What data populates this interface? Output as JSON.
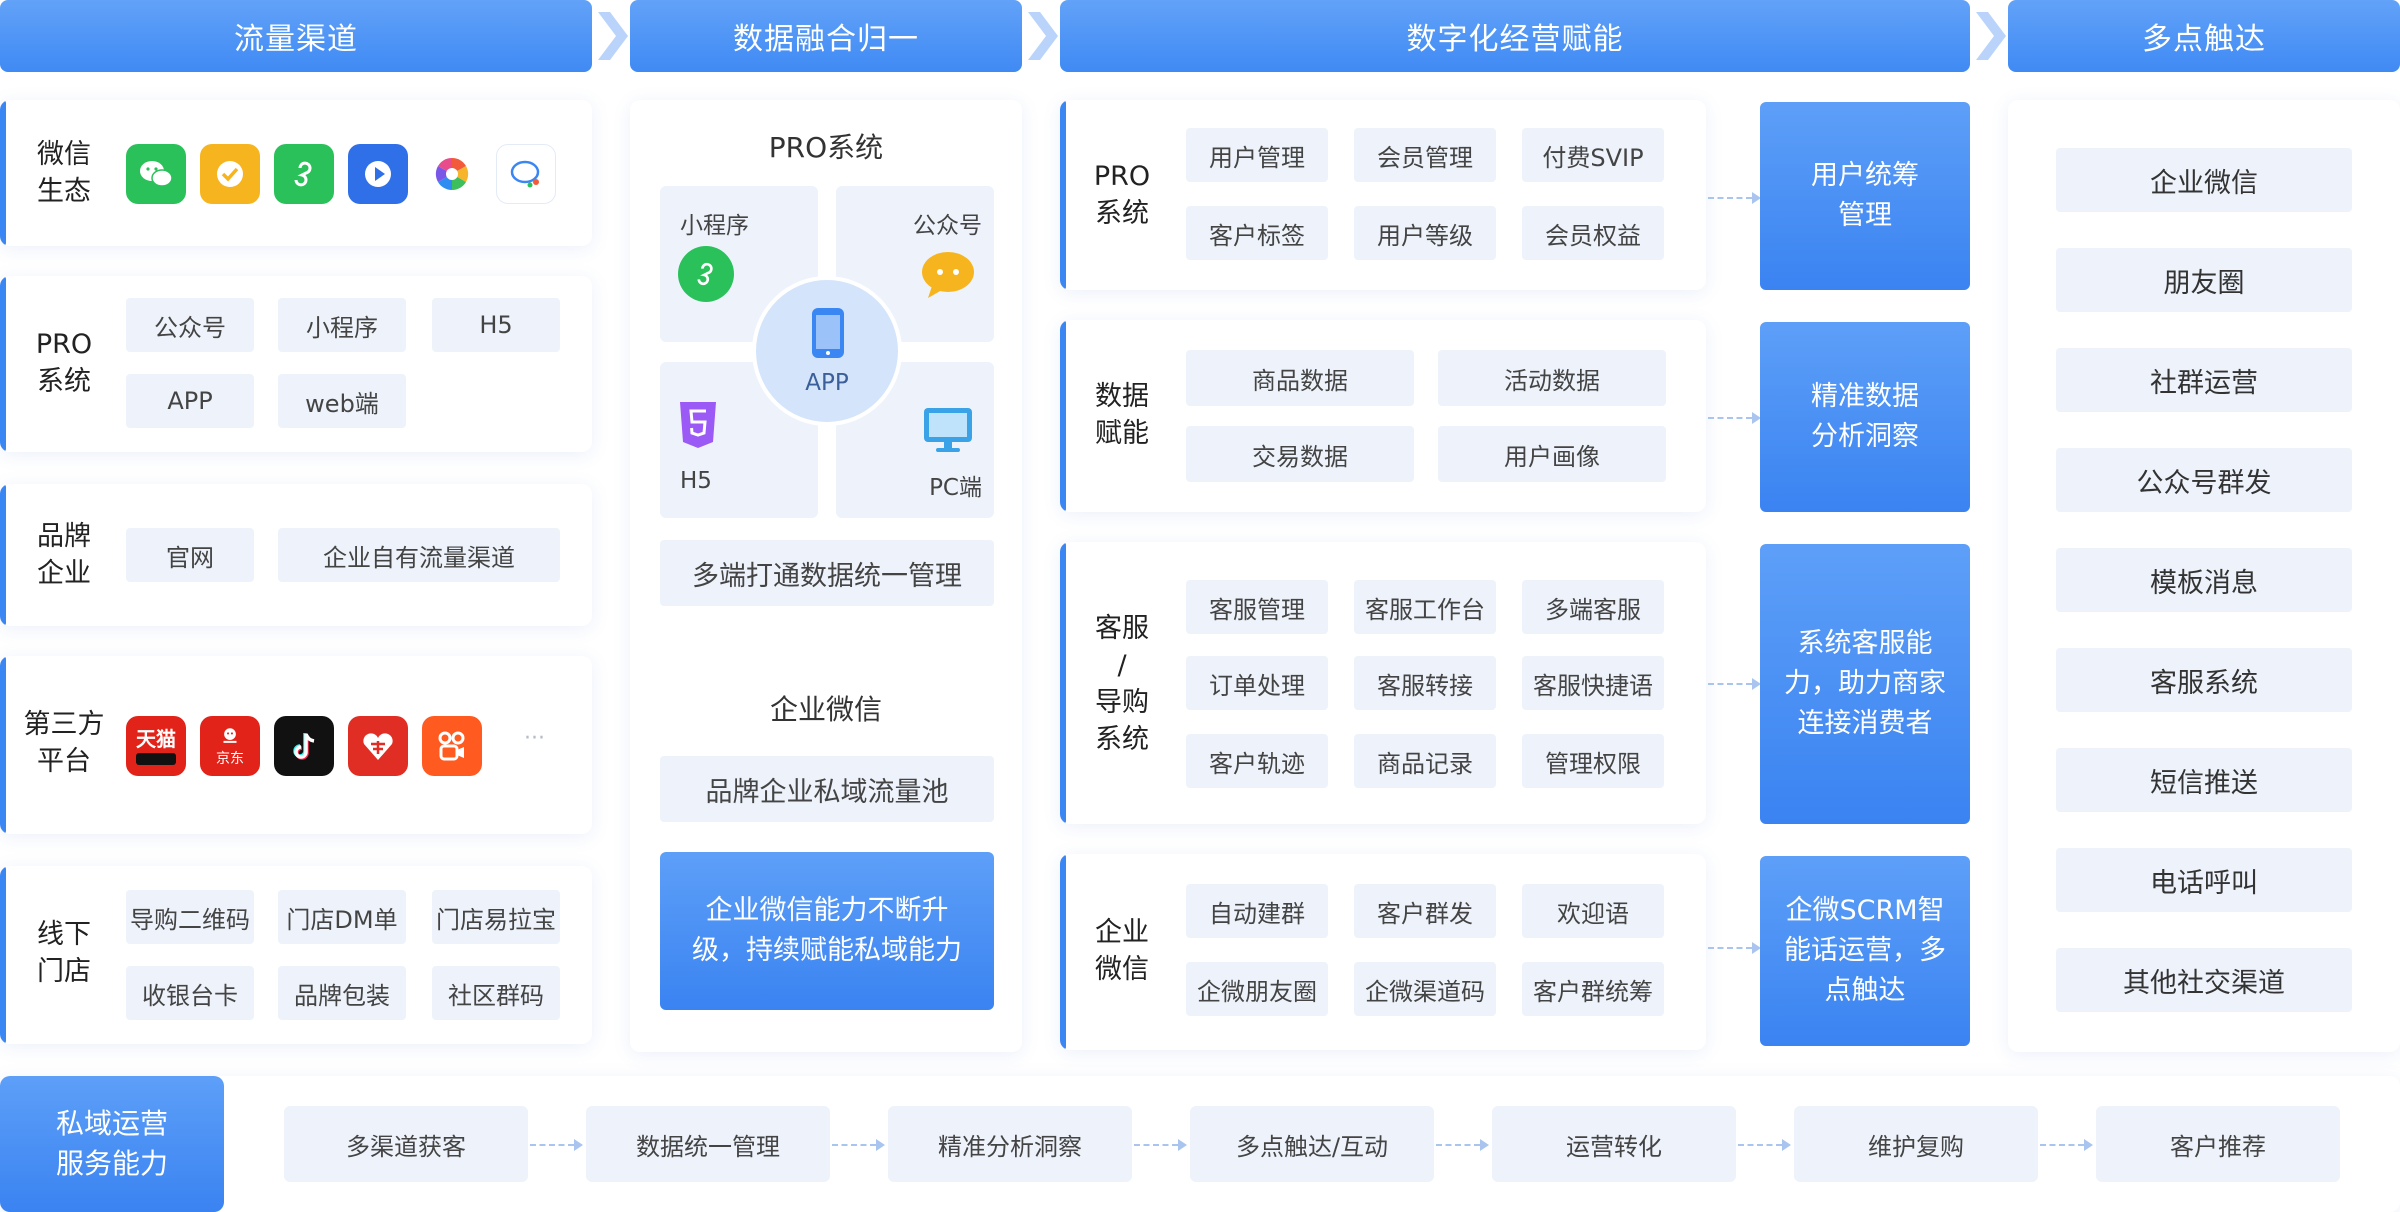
{
  "headers": {
    "h1": "流量渠道",
    "h2": "数据融合归一",
    "h3": "数字化经营赋能",
    "h4": "多点触达"
  },
  "col1": {
    "wechat_label": "微信\n生态",
    "pro_label": "PRO\n系统",
    "pro_chips": [
      "公众号",
      "小程序",
      "H5",
      "APP",
      "web端"
    ],
    "brand_label": "品牌\n企业",
    "brand_chips": [
      "官网",
      "企业自有流量渠道"
    ],
    "third_label": "第三方\n平台",
    "third_icons": {
      "tmall": "天猫",
      "jd": "京东",
      "more": "···"
    },
    "offline_label": "线下\n门店",
    "offline_chips": [
      "导购二维码",
      "门店DM单",
      "门店易拉宝",
      "收银台卡",
      "品牌包装",
      "社区群码"
    ]
  },
  "col2": {
    "pro_title": "PRO系统",
    "quads": {
      "mini": "小程序",
      "gzh": "公众号",
      "h5": "H5",
      "pc": "PC端",
      "app": "APP"
    },
    "pro_bottom": "多端打通数据统一管理",
    "wecom_title": "企业微信",
    "wecom_chip": "品牌企业私域流量池",
    "wecom_blue": "企业微信能力不断升级，持续赋能私域能力"
  },
  "col3": {
    "p1_label": "PRO\n系统",
    "p1_chips": [
      "用户管理",
      "会员管理",
      "付费SVIP",
      "客户标签",
      "用户等级",
      "会员权益"
    ],
    "p1_blue": "用户统筹\n管理",
    "p2_label": "数据\n赋能",
    "p2_chips": [
      "商品数据",
      "活动数据",
      "交易数据",
      "用户画像"
    ],
    "p2_blue": "精准数据\n分析洞察",
    "p3_label": "客服\n/\n导购\n系统",
    "p3_chips": [
      "客服管理",
      "客服工作台",
      "多端客服",
      "订单处理",
      "客服转接",
      "客服快捷语",
      "客户轨迹",
      "商品记录",
      "管理权限"
    ],
    "p3_blue": "系统客服能力，助力商家连接消费者",
    "p4_label": "企业\n微信",
    "p4_chips": [
      "自动建群",
      "客户群发",
      "欢迎语",
      "企微朋友圈",
      "企微渠道码",
      "客户群统筹"
    ],
    "p4_blue": "企微SCRM智能话运营，多点触达"
  },
  "col4": {
    "items": [
      "企业微信",
      "朋友圈",
      "社群运营",
      "公众号群发",
      "模板消息",
      "客服系统",
      "短信推送",
      "电话呼叫",
      "其他社交渠道"
    ]
  },
  "bottom": {
    "label": "私域运营\n服务能力",
    "steps": [
      "多渠道获客",
      "数据统一管理",
      "精准分析洞察",
      "多点触达/互动",
      "运营转化",
      "维护复购",
      "客户推荐"
    ]
  },
  "colors": {
    "accent": "#3f8af4",
    "chip_bg": "#eef3fb"
  },
  "icons": [
    "wechat-icon",
    "verified-icon",
    "mini-program-icon",
    "video-channel-icon",
    "aperture-icon",
    "chat-icon",
    "tmall-icon",
    "jd-icon",
    "tiktok-icon",
    "pinduoduo-icon",
    "kuaishou-icon",
    "phone-icon",
    "html5-icon",
    "monitor-icon"
  ]
}
